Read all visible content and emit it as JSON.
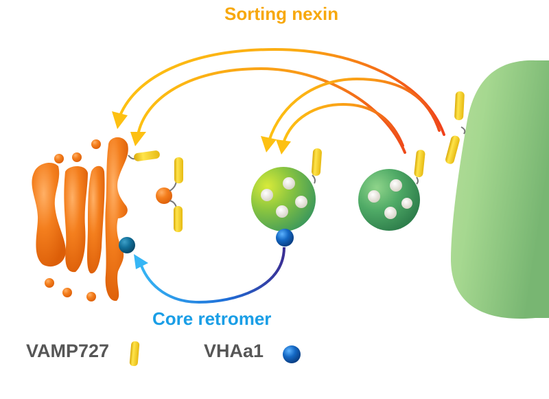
{
  "figure": {
    "labels": {
      "sorting_nexin": "Sorting nexin",
      "core_retromer": "Core retromer"
    },
    "legend": [
      {
        "label": "VAMP727",
        "symbol": "yellow-cylinder"
      },
      {
        "label": "VHAa1",
        "symbol": "blue-sphere"
      }
    ],
    "colors": {
      "sorting_nexin": "#f7a80d",
      "core_retromer": "#1a9ee6",
      "legend_text": "#565656",
      "golgi_orange": "#f07a1c",
      "vamp727_yellow": "#f2cf1f",
      "vhaa1_blue": "#1565c0",
      "endosome_green": "#5fb36a",
      "vacuole_green": "#8fcb82",
      "arrow_red": "#f0471a"
    },
    "components": [
      "Golgi / TGN",
      "early endosome (PVC/MVB, yellow-green)",
      "late endosome (MVB, green)",
      "vacuole"
    ]
  }
}
